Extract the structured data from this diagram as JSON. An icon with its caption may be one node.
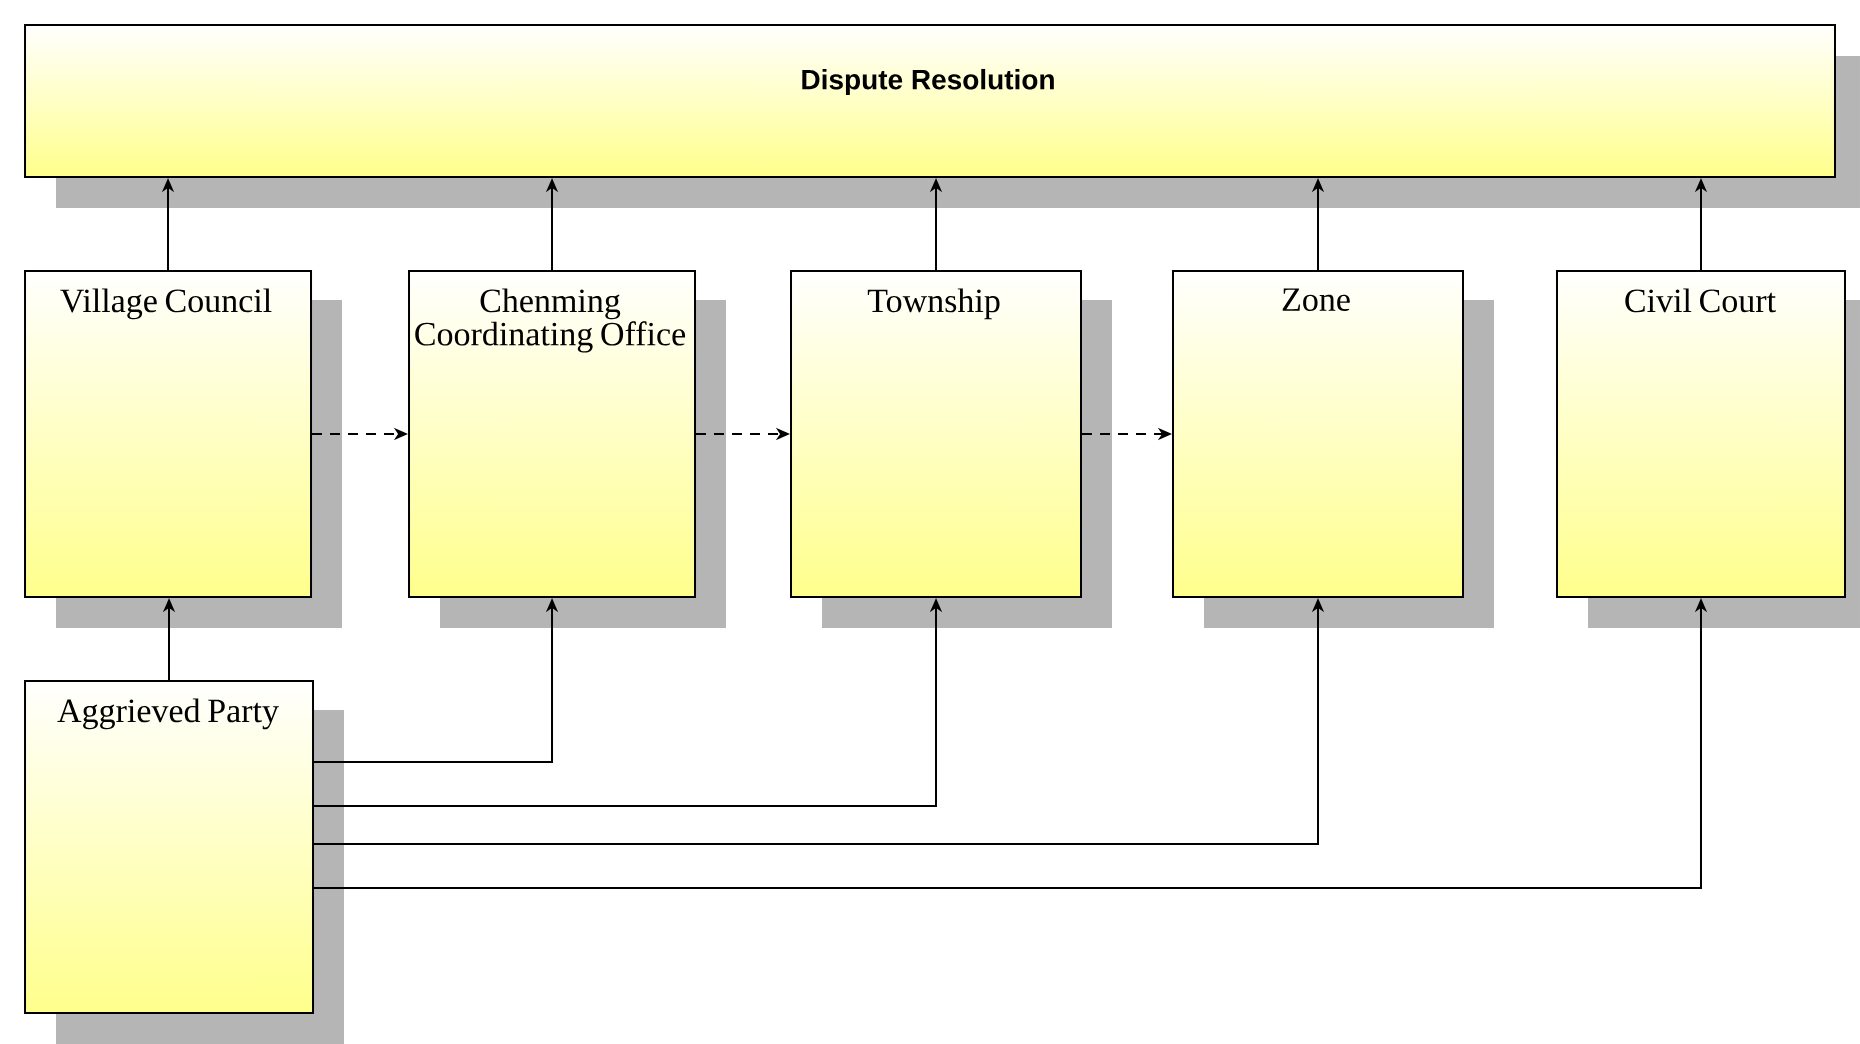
{
  "diagram": {
    "nodes": [
      {
        "text": [
          "Dispute Resolution"
        ]
      },
      {
        "text": [
          "Village Council"
        ]
      },
      {
        "text": [
          "Chenming Coordinating Office"
        ]
      },
      {
        "text": [
          "Township"
        ]
      },
      {
        "text": [
          "Zone"
        ]
      },
      {
        "text": [
          "Civil Court"
        ]
      },
      {
        "text": [
          "Aggrieved Party"
        ]
      }
    ],
    "edges": [
      {
        "from": 1,
        "to": 0,
        "arrow": "to"
      },
      {
        "from": 2,
        "to": 0,
        "arrow": "to"
      },
      {
        "from": 3,
        "to": 0,
        "arrow": "to"
      },
      {
        "from": 4,
        "to": 0,
        "arrow": "to"
      },
      {
        "from": 5,
        "to": 0,
        "arrow": "to"
      },
      {
        "from": 1,
        "to": 2,
        "arrow": "to",
        "style": "dashed"
      },
      {
        "from": 2,
        "to": 3,
        "arrow": "to",
        "style": "dashed"
      },
      {
        "from": 3,
        "to": 4,
        "arrow": "to",
        "style": "dashed"
      },
      {
        "from": 6,
        "to": 1,
        "arrow": "to"
      },
      {
        "from": 6,
        "to": 2,
        "arrow": "to"
      },
      {
        "from": 6,
        "to": 3,
        "arrow": "to"
      },
      {
        "from": 6,
        "to": 4,
        "arrow": "to"
      },
      {
        "from": 6,
        "to": 5,
        "arrow": "to"
      }
    ]
  }
}
